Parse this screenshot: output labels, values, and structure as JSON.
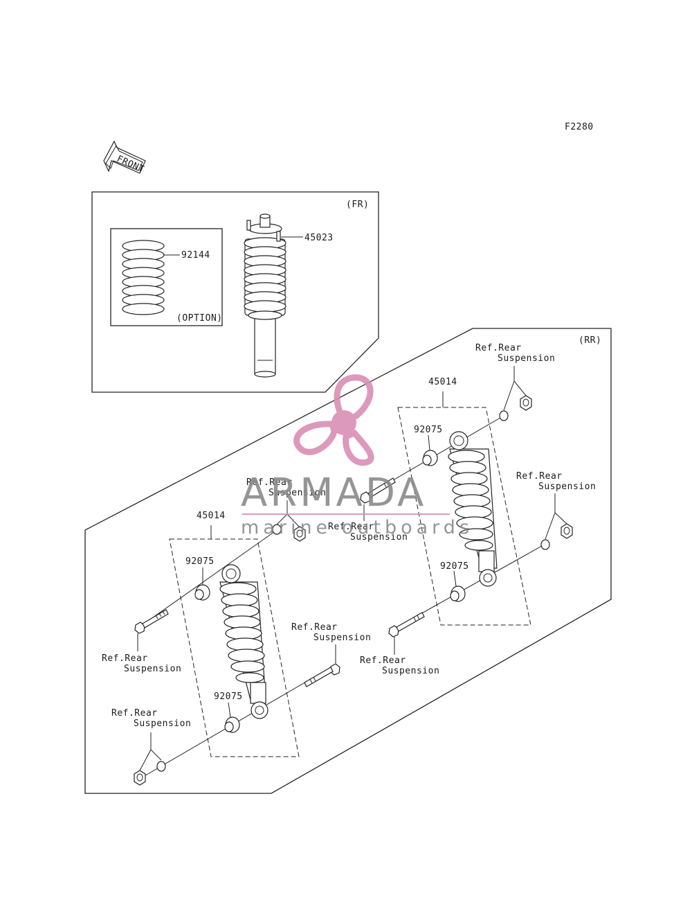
{
  "diagram_code": "F2280",
  "front_label": "FRONT",
  "front_section": {
    "tag": "(FR)",
    "shock_part": "45023",
    "spring_part": "92144",
    "option_label": "(OPTION)"
  },
  "rear_section": {
    "tag": "(RR)",
    "shock_part": "45014",
    "bushing_part": "92075",
    "ref_line1": "Ref.Rear",
    "ref_line2": "Suspension"
  },
  "watermark": {
    "brand": "ARMADA",
    "tagline": "marine outboards",
    "color_logo": "#d98fb4",
    "color_text": "#8a8a8a"
  }
}
